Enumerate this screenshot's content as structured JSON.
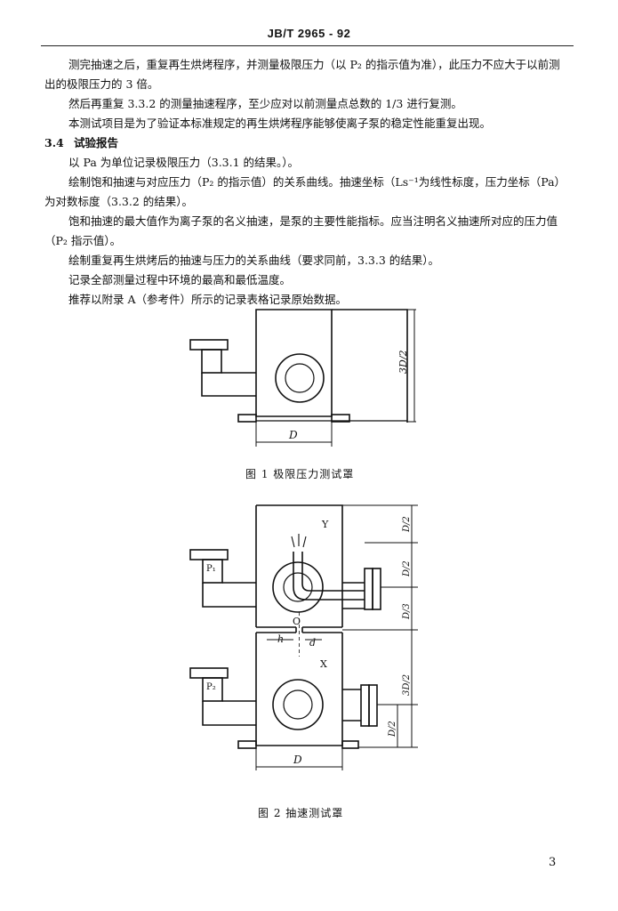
{
  "header": {
    "standard_code": "JB/T 2965 - 92"
  },
  "body": {
    "para1": "测完抽速之后，重复再生烘烤程序，并测量极限压力（以 P₂ 的指示值为准），此压力不应大于以前测出的极限压力的 3 倍。",
    "para2": "然后再重复 3.3.2 的测量抽速程序，至少应对以前测量点总数的 1/3 进行复测。",
    "para3": "本测试项目是为了验证本标准规定的再生烘烤程序能够使离子泵的稳定性能重复出现。",
    "section": {
      "number": "3.4",
      "title": "试验报告"
    },
    "item1": "以 Pa 为单位记录极限压力（3.3.1 的结果。）。",
    "item2": "绘制饱和抽速与对应压力（P₂ 的指示值）的关系曲线。抽速坐标（Ls⁻¹为线性标度，压力坐标（Pa）为对数标度（3.3.2 的结果）。",
    "item3": "饱和抽速的最大值作为离子泵的名义抽速，是泵的主要性能指标。应当注明名义抽速所对应的压力值（P₂ 指示值）。",
    "item4": "绘制重复再生烘烤后的抽速与压力的关系曲线（要求同前，3.3.3 的结果）。",
    "item5": "记录全部测量过程中环境的最高和最低温度。",
    "item6": "推荐以附录 A（参考件）所示的记录表格记录原始数据。"
  },
  "figure1": {
    "caption": "图 1   极限压力测试罩",
    "label_height": "3D/2",
    "label_width": "D"
  },
  "figure2": {
    "caption": "图 2   抽速测试罩",
    "label_p1": "P₁",
    "label_p2": "P₂",
    "label_y": "Y",
    "label_x": "X",
    "label_o": "O",
    "label_h": "h",
    "label_d_small": "d",
    "label_d2_top": "D/2",
    "label_d2_mid": "D/2",
    "label_d3": "D/3",
    "label_3d2": "3D/2",
    "label_d2_bottom": "D/2",
    "label_width": "D"
  },
  "footer": {
    "page_number": "3"
  }
}
